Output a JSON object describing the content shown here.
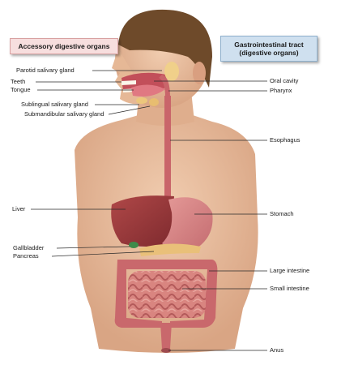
{
  "headers": {
    "left": "Accessory digestive organs",
    "right": "Gastrointestinal tract\n(digestive organs)"
  },
  "labels_left": [
    "Parotid salivary gland",
    "Teeth",
    "Tongue",
    "Sublingual salivary gland",
    "Submandibular salivary gland",
    "Liver",
    "Gallbladder",
    "Pancreas"
  ],
  "labels_right": [
    "Oral cavity",
    "Pharynx",
    "Esophagus",
    "Stomach",
    "Large intestine",
    "Small intestine",
    "Anus"
  ]
}
